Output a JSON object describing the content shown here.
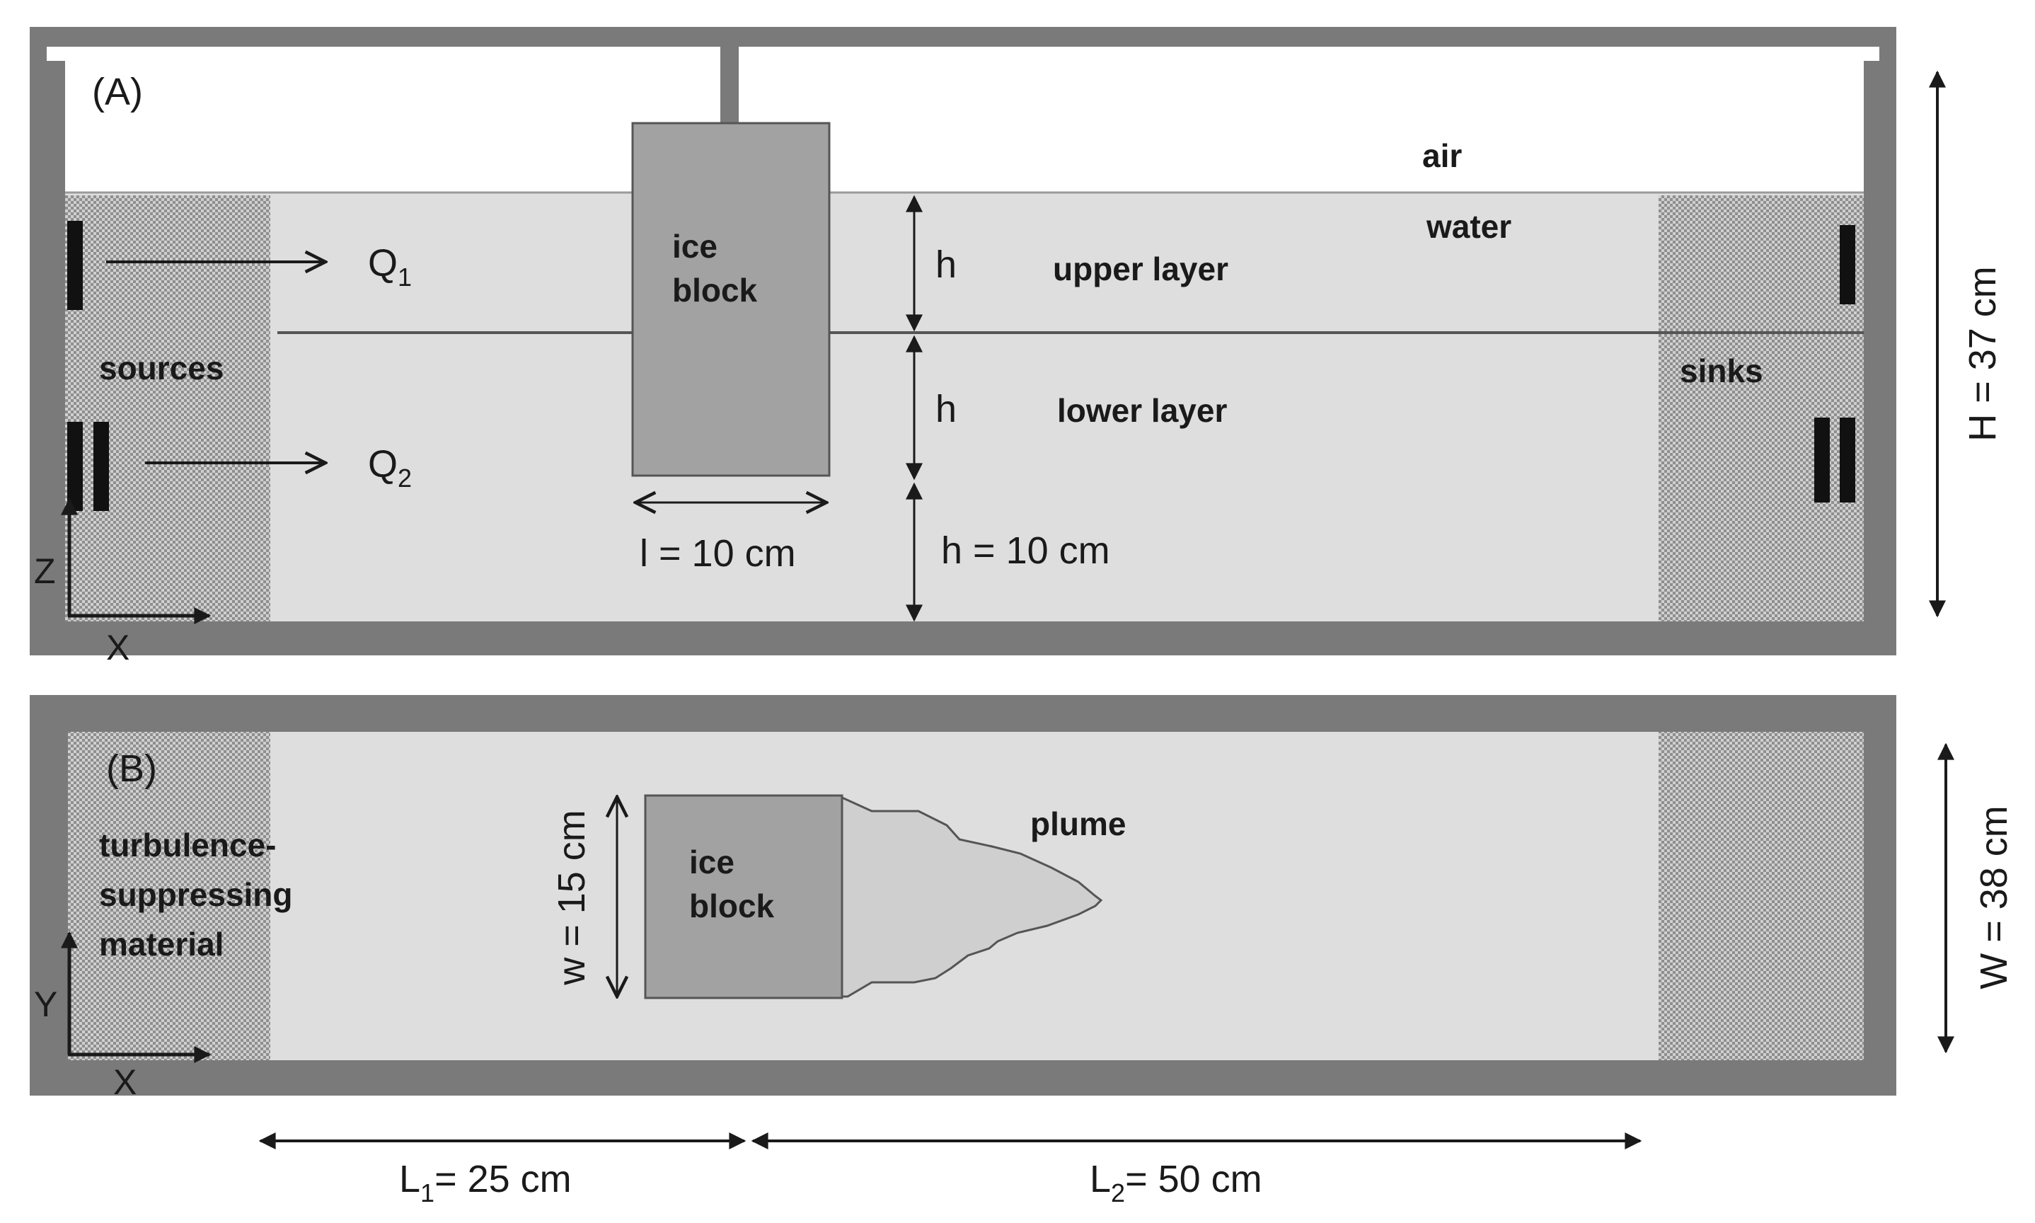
{
  "panel_a": {
    "label": "(A)",
    "air": "air",
    "water": "water",
    "ice_line1": "ice",
    "ice_line2": "block",
    "q1": "Q",
    "q1_sub": "1",
    "q2": "Q",
    "q2_sub": "2",
    "upper_h": "h",
    "upper_layer": "upper layer",
    "lower_h": "h",
    "lower_layer": "lower layer",
    "sources": "sources",
    "sinks": "sinks",
    "l_dim": "l = 10 cm",
    "h_dim": "h = 10 cm",
    "H_dim": "H = 37 cm",
    "axis_z": "Z",
    "axis_x": "X"
  },
  "panel_b": {
    "label": "(B)",
    "turb_line1": "turbulence-",
    "turb_line2": "suppressing",
    "turb_line3": "material",
    "ice_line1": "ice",
    "ice_line2": "block",
    "plume": "plume",
    "w_dim": "w = 15 cm",
    "W_dim": "W = 38 cm",
    "axis_y": "Y",
    "axis_x": "X"
  },
  "bottom": {
    "L1": "L",
    "L1_sub": "1",
    "L1_rest": "= 25 cm",
    "L2": "L",
    "L2_sub": "2",
    "L2_rest": "= 50 cm"
  },
  "colors": {
    "wall": "#7a7a7a",
    "water": "#dedede",
    "ice": "#a2a2a2",
    "plume": "#cfcfcf",
    "ink": "#1a1a1a"
  }
}
